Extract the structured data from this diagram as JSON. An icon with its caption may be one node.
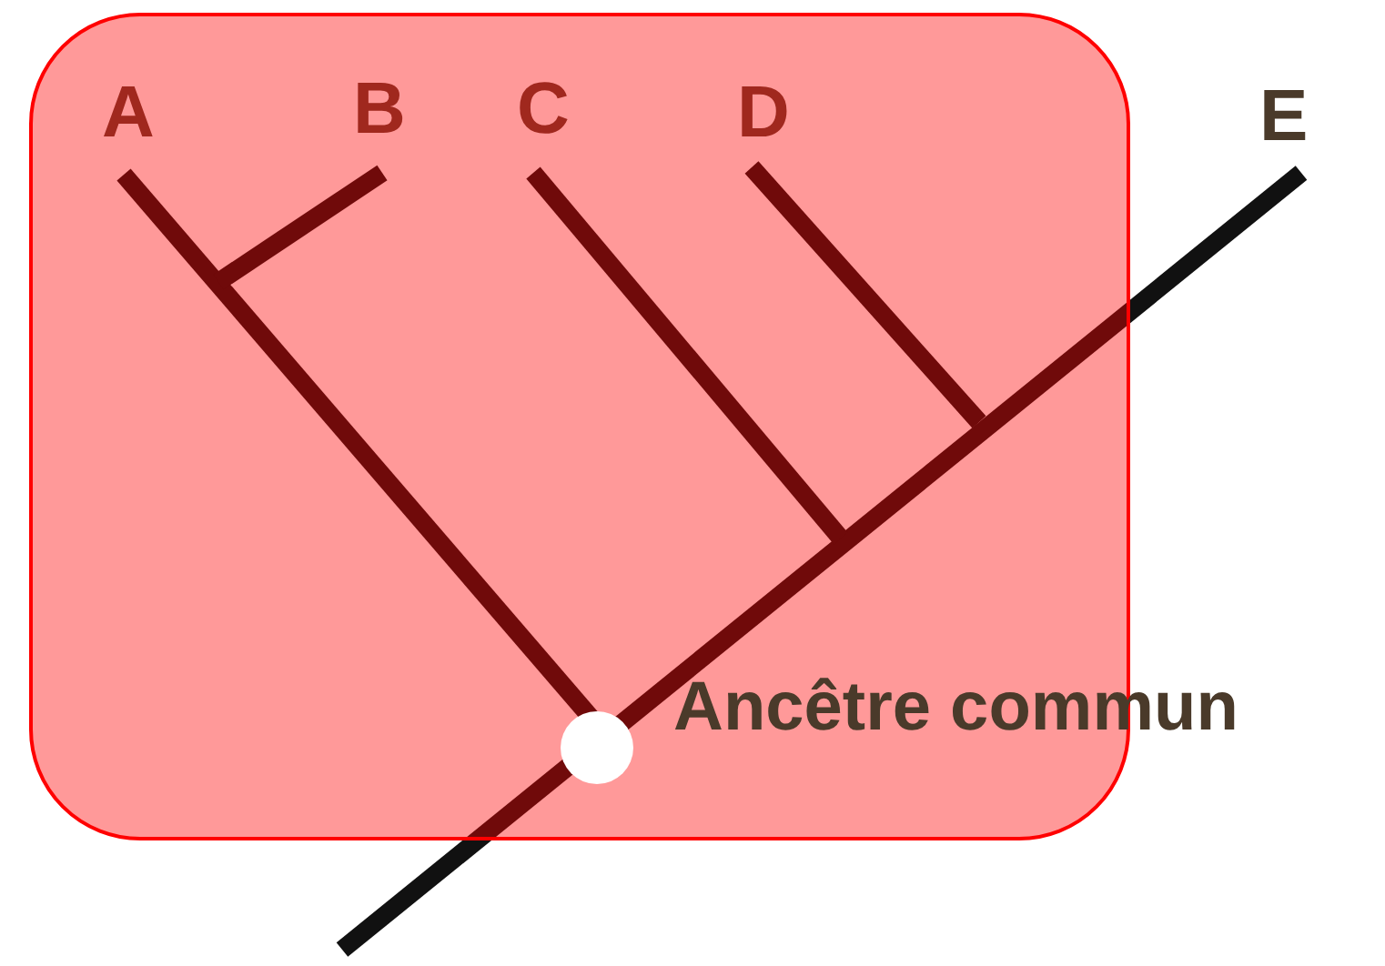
{
  "diagram": {
    "nodes": [
      {
        "text": [],
        "shape": "circle",
        "beside": [
          "Ancêtre commun"
        ]
      }
    ],
    "labels": [
      "A",
      "B",
      "C",
      "D",
      "E"
    ]
  }
}
